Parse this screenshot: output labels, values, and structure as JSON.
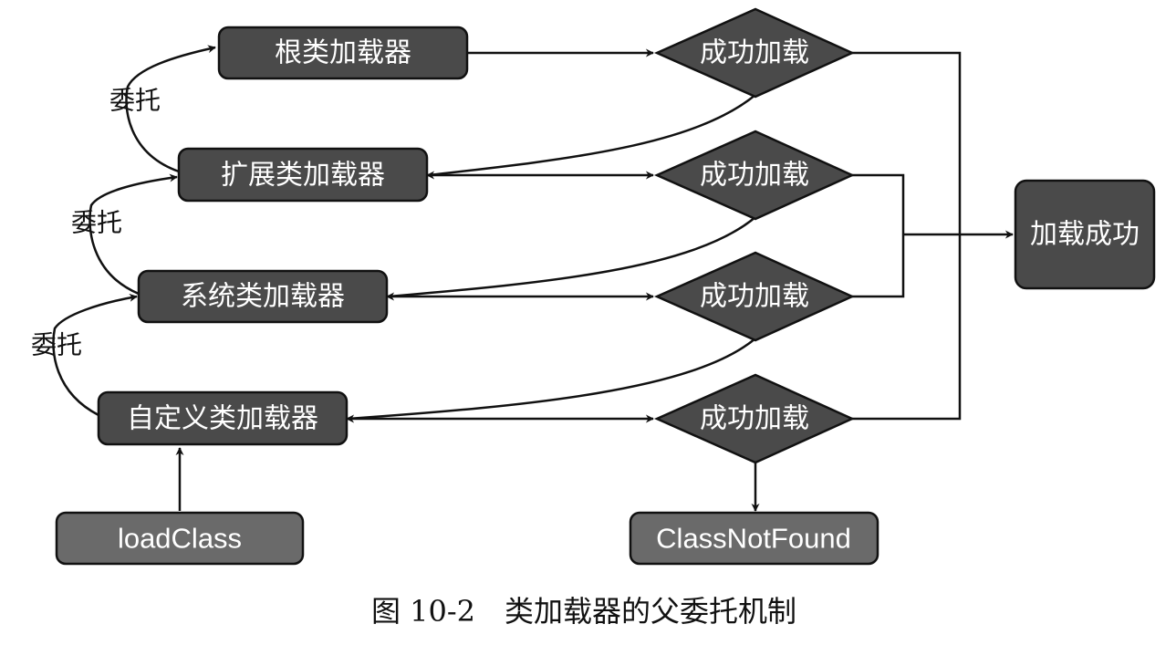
{
  "nodes": {
    "root_loader": "根类加载器",
    "ext_loader": "扩展类加载器",
    "system_loader": "系统类加载器",
    "custom_loader": "自定义类加载器",
    "load_class": "loadClass",
    "class_not_found": "ClassNotFound",
    "load_success": "加载成功"
  },
  "decisions": {
    "d1": "成功加载",
    "d2": "成功加载",
    "d3": "成功加载",
    "d4": "成功加载"
  },
  "edge_labels": {
    "delegate_1": "委托",
    "delegate_2": "委托",
    "delegate_3": "委托"
  },
  "caption": "图 10-2　类加载器的父委托机制",
  "colors": {
    "node_fill": "#4a4a4a",
    "node_fill_light": "#6a6a6a",
    "stroke": "#111111",
    "text_on_node": "#ffffff"
  }
}
